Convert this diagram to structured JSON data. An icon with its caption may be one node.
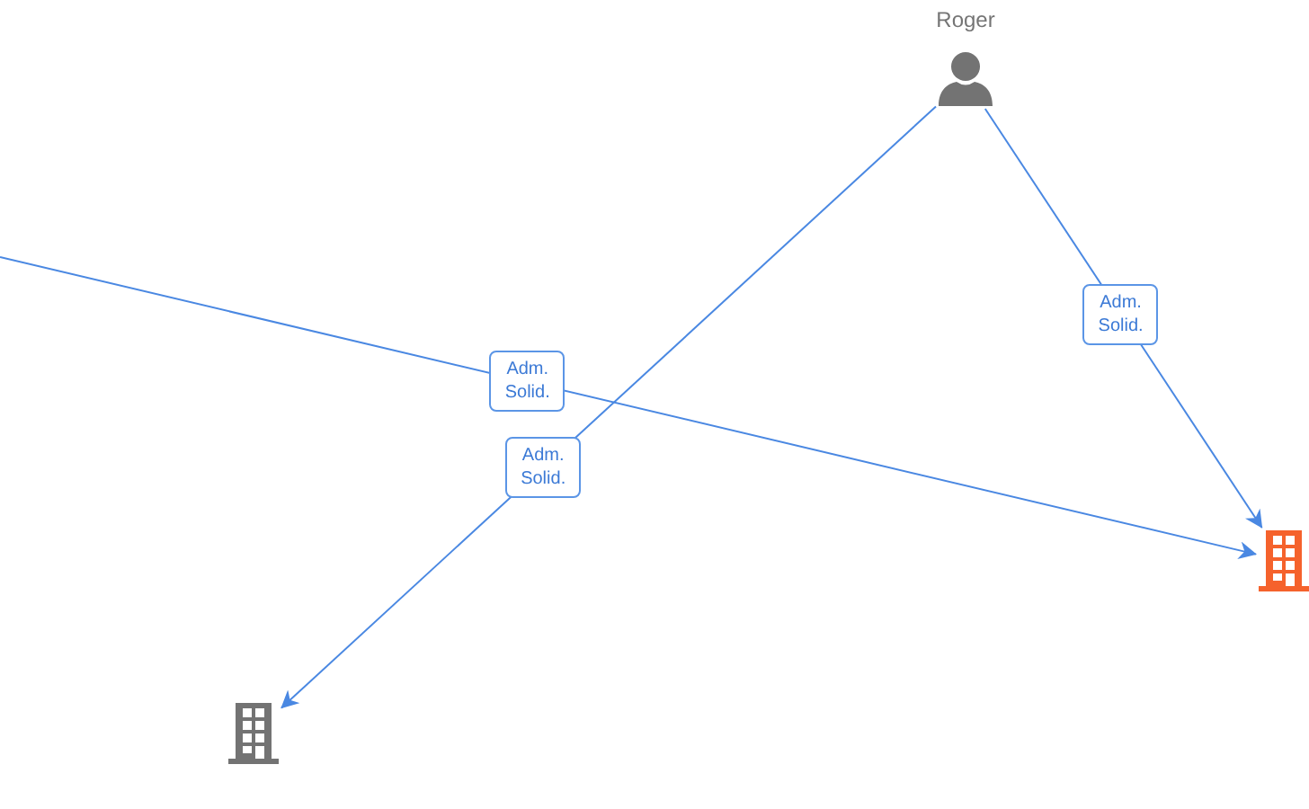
{
  "diagram": {
    "nodes": [
      {
        "text": [],
        "shape": "person",
        "beside": [
          "Roger"
        ]
      },
      {
        "text": [],
        "shape": "building"
      },
      {
        "text": [],
        "shape": "building"
      }
    ],
    "edges": [
      {
        "from": null,
        "to": 1,
        "arrow": "to",
        "label": "Adm. Solid."
      },
      {
        "from": 0,
        "to": 2,
        "arrow": "to",
        "label": "Adm. Solid."
      },
      {
        "from": 0,
        "to": 1,
        "arrow": "to",
        "label": "Adm. Solid."
      }
    ]
  }
}
